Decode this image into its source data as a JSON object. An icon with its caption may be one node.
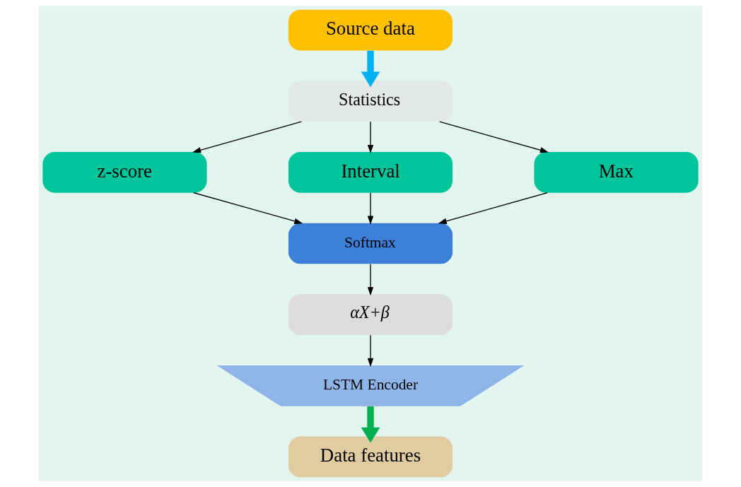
{
  "diagram": {
    "nodes": [
      {
        "text": [
          "Source data"
        ]
      },
      {
        "text": [
          "Statistics"
        ]
      },
      {
        "text": [
          "z-score"
        ]
      },
      {
        "text": [
          "Interval"
        ]
      },
      {
        "text": [
          "Max"
        ]
      },
      {
        "text": [
          "Softmax"
        ]
      },
      {
        "text": [
          "αX+β"
        ]
      },
      {
        "text": [
          "LSTM Encoder"
        ]
      },
      {
        "text": [
          "Data features"
        ]
      }
    ],
    "edges": [
      {
        "from": 0,
        "to": 1,
        "arrow": "to",
        "style": "thick",
        "color": "#00b0f0"
      },
      {
        "from": 1,
        "to": 2,
        "arrow": "to"
      },
      {
        "from": 1,
        "to": 3,
        "arrow": "to"
      },
      {
        "from": 1,
        "to": 4,
        "arrow": "to"
      },
      {
        "from": 2,
        "to": 5,
        "arrow": "to"
      },
      {
        "from": 3,
        "to": 5,
        "arrow": "to"
      },
      {
        "from": 4,
        "to": 5,
        "arrow": "to"
      },
      {
        "from": 5,
        "to": 6,
        "arrow": "to"
      },
      {
        "from": 6,
        "to": 7,
        "arrow": "to"
      },
      {
        "from": 7,
        "to": 8,
        "arrow": "to",
        "style": "thick",
        "color": "#00b050"
      }
    ]
  }
}
